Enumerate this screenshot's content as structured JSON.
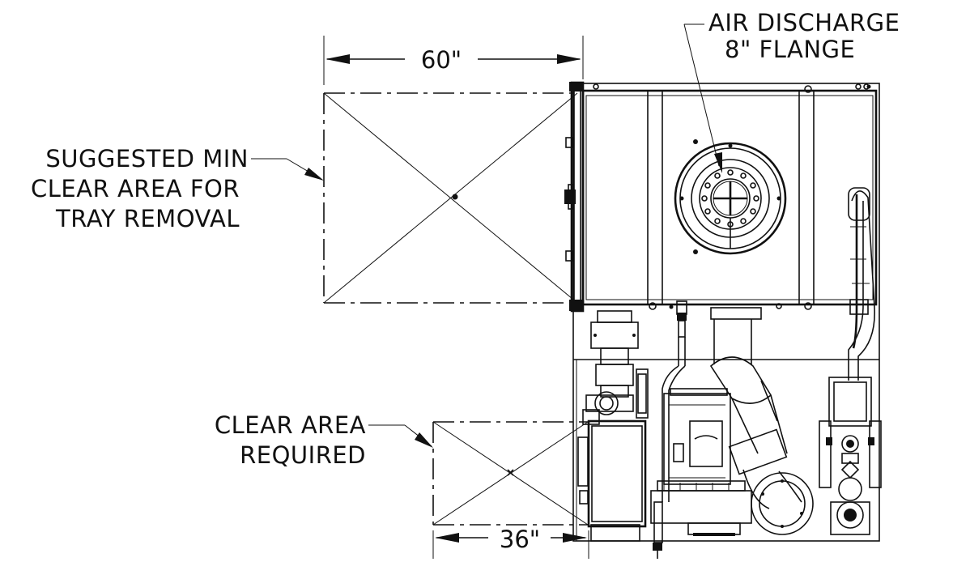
{
  "callouts": {
    "air_discharge": [
      "AIR DISCHARGE",
      "8\" FLANGE"
    ],
    "tray_removal": [
      "SUGGESTED MIN",
      "CLEAR AREA FOR",
      "TRAY REMOVAL"
    ],
    "clear_area": [
      "CLEAR AREA",
      "REQUIRED"
    ]
  },
  "dimensions": {
    "top": "60\"",
    "bottom": "36\""
  }
}
